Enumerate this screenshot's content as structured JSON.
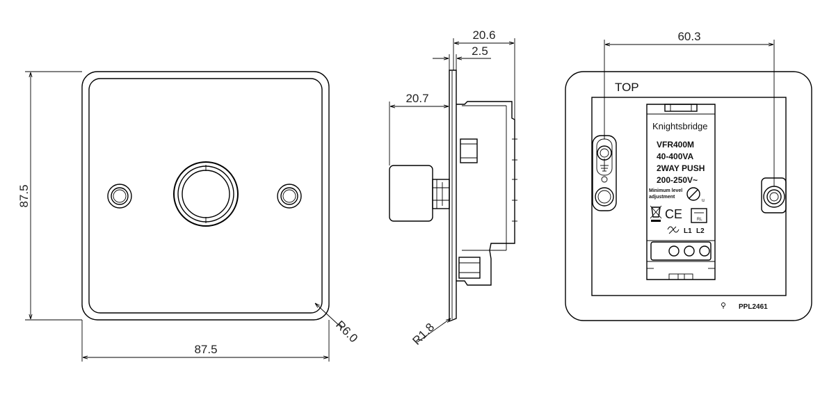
{
  "dimensions": {
    "front_width": "87.5",
    "front_height": "87.5",
    "corner_radius": "R6.0",
    "side_depth_total": "20.6",
    "side_plate_thickness": "2.5",
    "side_knob_projection": "20.7",
    "side_edge_radius": "R1.8",
    "rear_fixing_centres": "60.3"
  },
  "rear": {
    "top_label": "TOP",
    "brand": "Knightsbridge",
    "model": "VFR400M",
    "rating": "40-400VA",
    "function": "2WAY PUSH",
    "voltage": "200-250V~",
    "min_level_line1": "Minimum level",
    "min_level_line2": "adjustment",
    "terminal_l1": "L1",
    "terminal_l2": "L2",
    "ce_mark": "CE",
    "part_number": "PPL2461"
  }
}
